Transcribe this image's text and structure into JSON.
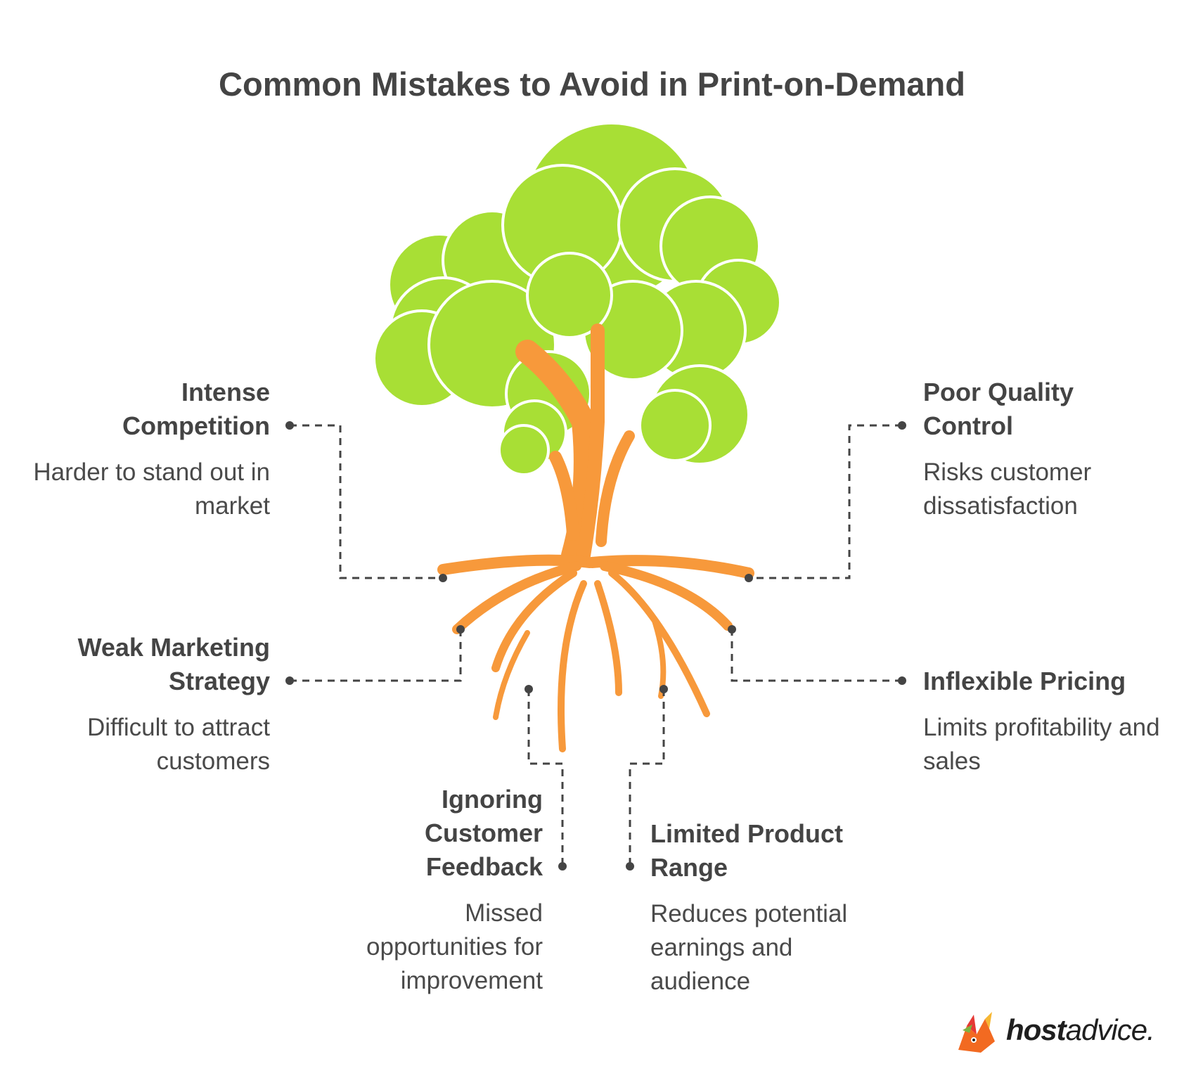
{
  "title": "Common Mistakes to Avoid in Print-on-Demand",
  "items": [
    {
      "heading": "Intense Competition",
      "description": "Harder to stand out in market"
    },
    {
      "heading": "Poor Quality Control",
      "description": "Risks customer dissatisfaction"
    },
    {
      "heading": "Weak Marketing Strategy",
      "description": "Difficult to attract customers"
    },
    {
      "heading": "Inflexible Pricing",
      "description": "Limits profitability and sales"
    },
    {
      "heading": "Ignoring Customer Feedback",
      "description": "Missed opportunities for improvement"
    },
    {
      "heading": "Limited Product Range",
      "description": "Reduces potential earnings and audience"
    }
  ],
  "brand": {
    "bold": "host",
    "light": "advice."
  },
  "colors": {
    "foliage": "#a8df35",
    "trunk": "#f7993b",
    "text": "#444444",
    "connector": "#444444"
  }
}
